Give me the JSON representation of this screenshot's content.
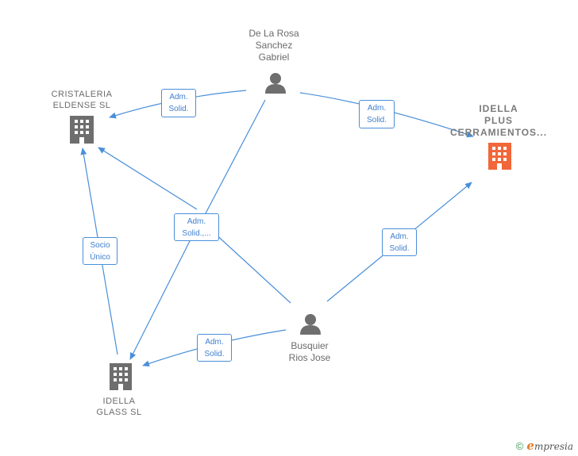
{
  "nodes": {
    "de_la_rosa": {
      "label": "De La Rosa\nSanchez\nGabriel",
      "type": "person"
    },
    "cristaleria": {
      "label": "CRISTALERIA\nELDENSE  SL",
      "type": "company"
    },
    "idella_plus": {
      "label": "IDELLA\nPLUS\nCERRAMIENTOS...",
      "type": "company-highlight"
    },
    "idella_glass": {
      "label": "IDELLA\nGLASS  SL",
      "type": "company"
    },
    "busquier": {
      "label": "Busquier\nRios Jose",
      "type": "person"
    }
  },
  "edges": [
    {
      "label": "Adm.\nSolid.",
      "from": "De La Rosa Sanchez Gabriel",
      "to": "CRISTALERIA ELDENSE SL"
    },
    {
      "label": "Adm.\nSolid.",
      "from": "De La Rosa Sanchez Gabriel",
      "to": "IDELLA PLUS CERRAMIENTOS..."
    },
    {
      "label": "Adm.\nSolid.,...",
      "from": "De La Rosa Sanchez Gabriel",
      "to": "IDELLA GLASS SL"
    },
    {
      "label": "Socio\nÚnico",
      "from": "IDELLA GLASS SL",
      "to": "CRISTALERIA ELDENSE SL"
    },
    {
      "label": "Adm.\nSolid.",
      "from": "Busquier Rios Jose",
      "to": "IDELLA PLUS CERRAMIENTOS..."
    },
    {
      "label": "Adm.\nSolid.",
      "from": "Busquier Rios Jose",
      "to": "IDELLA GLASS SL"
    }
  ],
  "colors": {
    "edge": "#4a8fd9",
    "person_icon": "#6e6e6e",
    "company_icon": "#6e6e6e",
    "highlight": "#f2673a"
  },
  "footer": {
    "copyright": "©",
    "brand_initial": "e",
    "brand_rest": "mpresia"
  }
}
